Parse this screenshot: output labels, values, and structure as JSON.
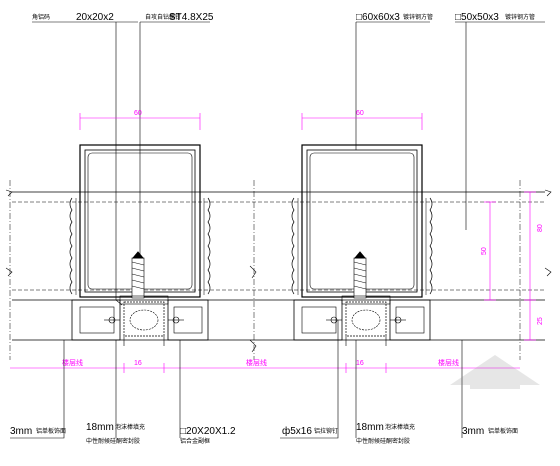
{
  "top_labels": {
    "angle": {
      "label": "角铝码",
      "value": "20x20x2"
    },
    "screw": {
      "label": "自攻自钻螺钉",
      "value": "ST4.8X25"
    },
    "mullion": {
      "value": "□60x60x3",
      "label": "镀锌钢方管"
    },
    "transom": {
      "value": "□50x50x3",
      "label": "镀锌钢方管"
    }
  },
  "bottom_labels": {
    "panel_left": {
      "value": "3mm",
      "label": "铝单板饰面"
    },
    "gasket_left": {
      "value": "18mm",
      "label1": "泡沫棒填充",
      "label2": "中性耐候硅酮密封胶"
    },
    "tube": {
      "value": "□20X20X1.2",
      "label": "铝合金副框"
    },
    "bolt": {
      "value": "ф5x16",
      "label": "铝拉铆钉"
    },
    "gasket_right": {
      "value": "18mm",
      "label1": "泡沫棒填充",
      "label2": "中性耐候硅酮密封胶"
    },
    "panel_right": {
      "value": "3mm",
      "label": "铝单板饰面"
    }
  },
  "dimensions": {
    "width_left": "60",
    "width_right": "60",
    "gap_left": "16",
    "gap_right": "16",
    "height_50": "50",
    "height_25": "25",
    "height_80": "80",
    "floor_left": "楼层线",
    "floor_mid": "楼层线",
    "floor_right": "楼层线"
  },
  "colors": {
    "line": "#000000",
    "dimension": "#ff00ff",
    "leader": "#000000"
  }
}
